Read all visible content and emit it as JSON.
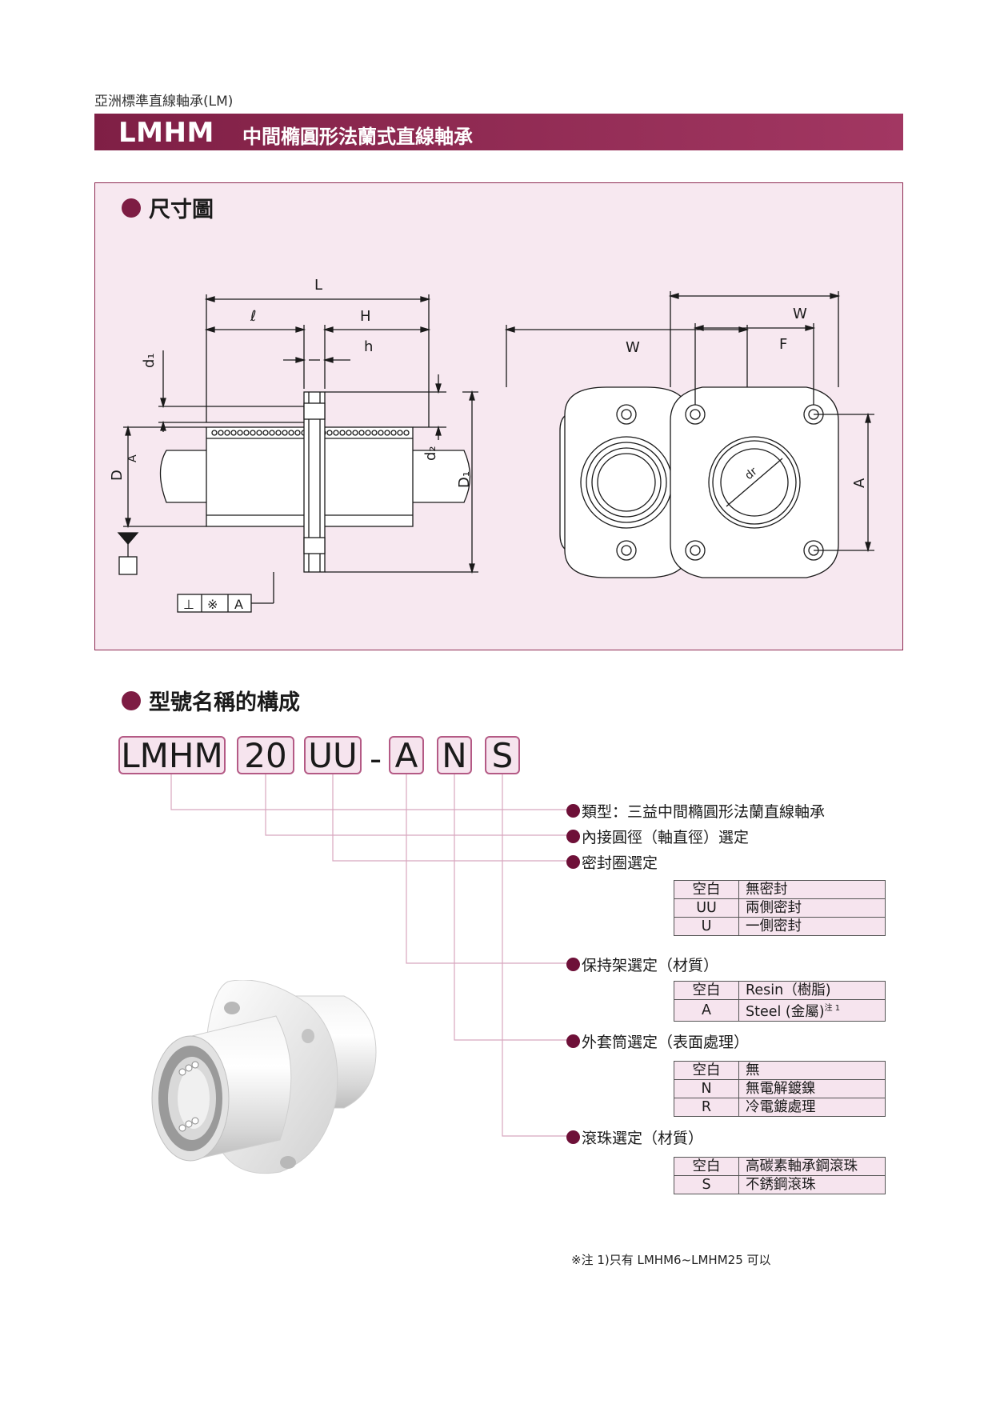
{
  "header": {
    "category": "亞洲標準直線軸承(LM)",
    "product_code": "LMHM",
    "product_name": "中間橢圓形法蘭式直線軸承"
  },
  "dimension_section": {
    "title": "尺寸圖",
    "labels": {
      "L": "L",
      "l": "ℓ",
      "H": "H",
      "h": "h",
      "d1": "d₁",
      "d2": "d₂",
      "D": "D",
      "D1": "D₁",
      "A": "A",
      "W": "W",
      "F": "F",
      "dr": "dr",
      "tol_perp": "⊥",
      "tol_ref": "※",
      "tol_datum": "A"
    }
  },
  "model_section": {
    "title": "型號名稱的構成",
    "parts": [
      "LMHM",
      "20",
      "UU",
      "A",
      "N",
      "S"
    ],
    "dash": "-"
  },
  "options": [
    {
      "label": "類型：三益中間橢圓形法蘭直線軸承",
      "rows": []
    },
    {
      "label": "內接圓徑（軸直徑）選定",
      "rows": []
    },
    {
      "label": "密封圈選定",
      "rows": [
        {
          "code": "空白",
          "desc": "無密封"
        },
        {
          "code": "UU",
          "desc": "兩側密封"
        },
        {
          "code": "U",
          "desc": "一側密封"
        }
      ]
    },
    {
      "label": "保持架選定（材質）",
      "rows": [
        {
          "code": "空白",
          "desc": "Resin（樹脂)"
        },
        {
          "code": "A",
          "desc": "Steel (金屬)",
          "note": "注 1"
        }
      ]
    },
    {
      "label": "外套筒選定（表面處理）",
      "rows": [
        {
          "code": "空白",
          "desc": "無"
        },
        {
          "code": "N",
          "desc": "無電解鍍鎳"
        },
        {
          "code": "R",
          "desc": "冷電鍍處理"
        }
      ]
    },
    {
      "label": "滾珠選定（材質）",
      "rows": [
        {
          "code": "空白",
          "desc": "高碳素軸承鋼滾珠"
        },
        {
          "code": "S",
          "desc": "不銹鋼滾珠"
        }
      ]
    }
  ],
  "footnote": "※注 1)只有 LMHM6~LMHM25 可以",
  "colors": {
    "brand": "#8b2850",
    "panel": "#f7e8f0",
    "box": "#f6e4ee",
    "leader": "#d8a6bf"
  }
}
